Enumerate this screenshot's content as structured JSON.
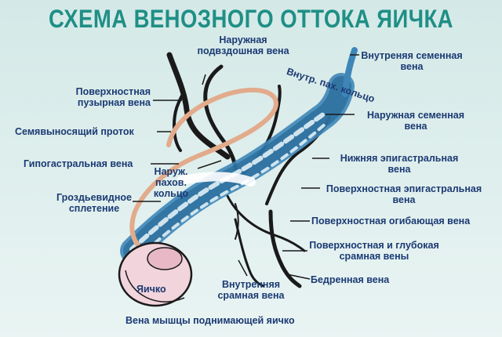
{
  "title": "СХЕМА ВЕНОЗНОГО ОТТОКА ЯИЧКА",
  "labels": {
    "external_iliac_vein": "Наружная подвздошная вена",
    "internal_spermatic_vein": "Внутреняя семенная вена",
    "internal_inguinal_ring": "Внутр. пах. кольцо",
    "superficial_vesical_vein": "Поверхностная пузырная вена",
    "external_spermatic_vein": "Наружная семенная вена",
    "vas_deferens": "Семявыносящий проток",
    "hypogastric_vein": "Гипогастральная вена",
    "external_inguinal_ring": "Наруж. пахов. кольцо",
    "inferior_epigastric_vein": "Нижняя эпигастральная вена",
    "pampiniform_plexus": "Гроздьевидное сплетение",
    "superficial_epigastric_vein": "Поверхностная эпигастральная вена",
    "superficial_circumflex_vein": "Поверхностная огибающая вена",
    "pudendal_veins": "Поверхностная и глубокая срамная вены",
    "testis": "Яичко",
    "femoral_vein": "Бедренная вена",
    "internal_pudendal_vein": "Внутренняя срамная вена",
    "cremaster_vein": "Вена мышцы поднимающей яичко"
  },
  "colors": {
    "title": "#1f8f86",
    "label": "#1b3a73",
    "vein_dark": "#1a1a1a",
    "vein_blue": "#3f86b8",
    "vas_deferens": "#e2ab8c",
    "testis": "#f2d4dc",
    "background": "#dfeeed"
  }
}
